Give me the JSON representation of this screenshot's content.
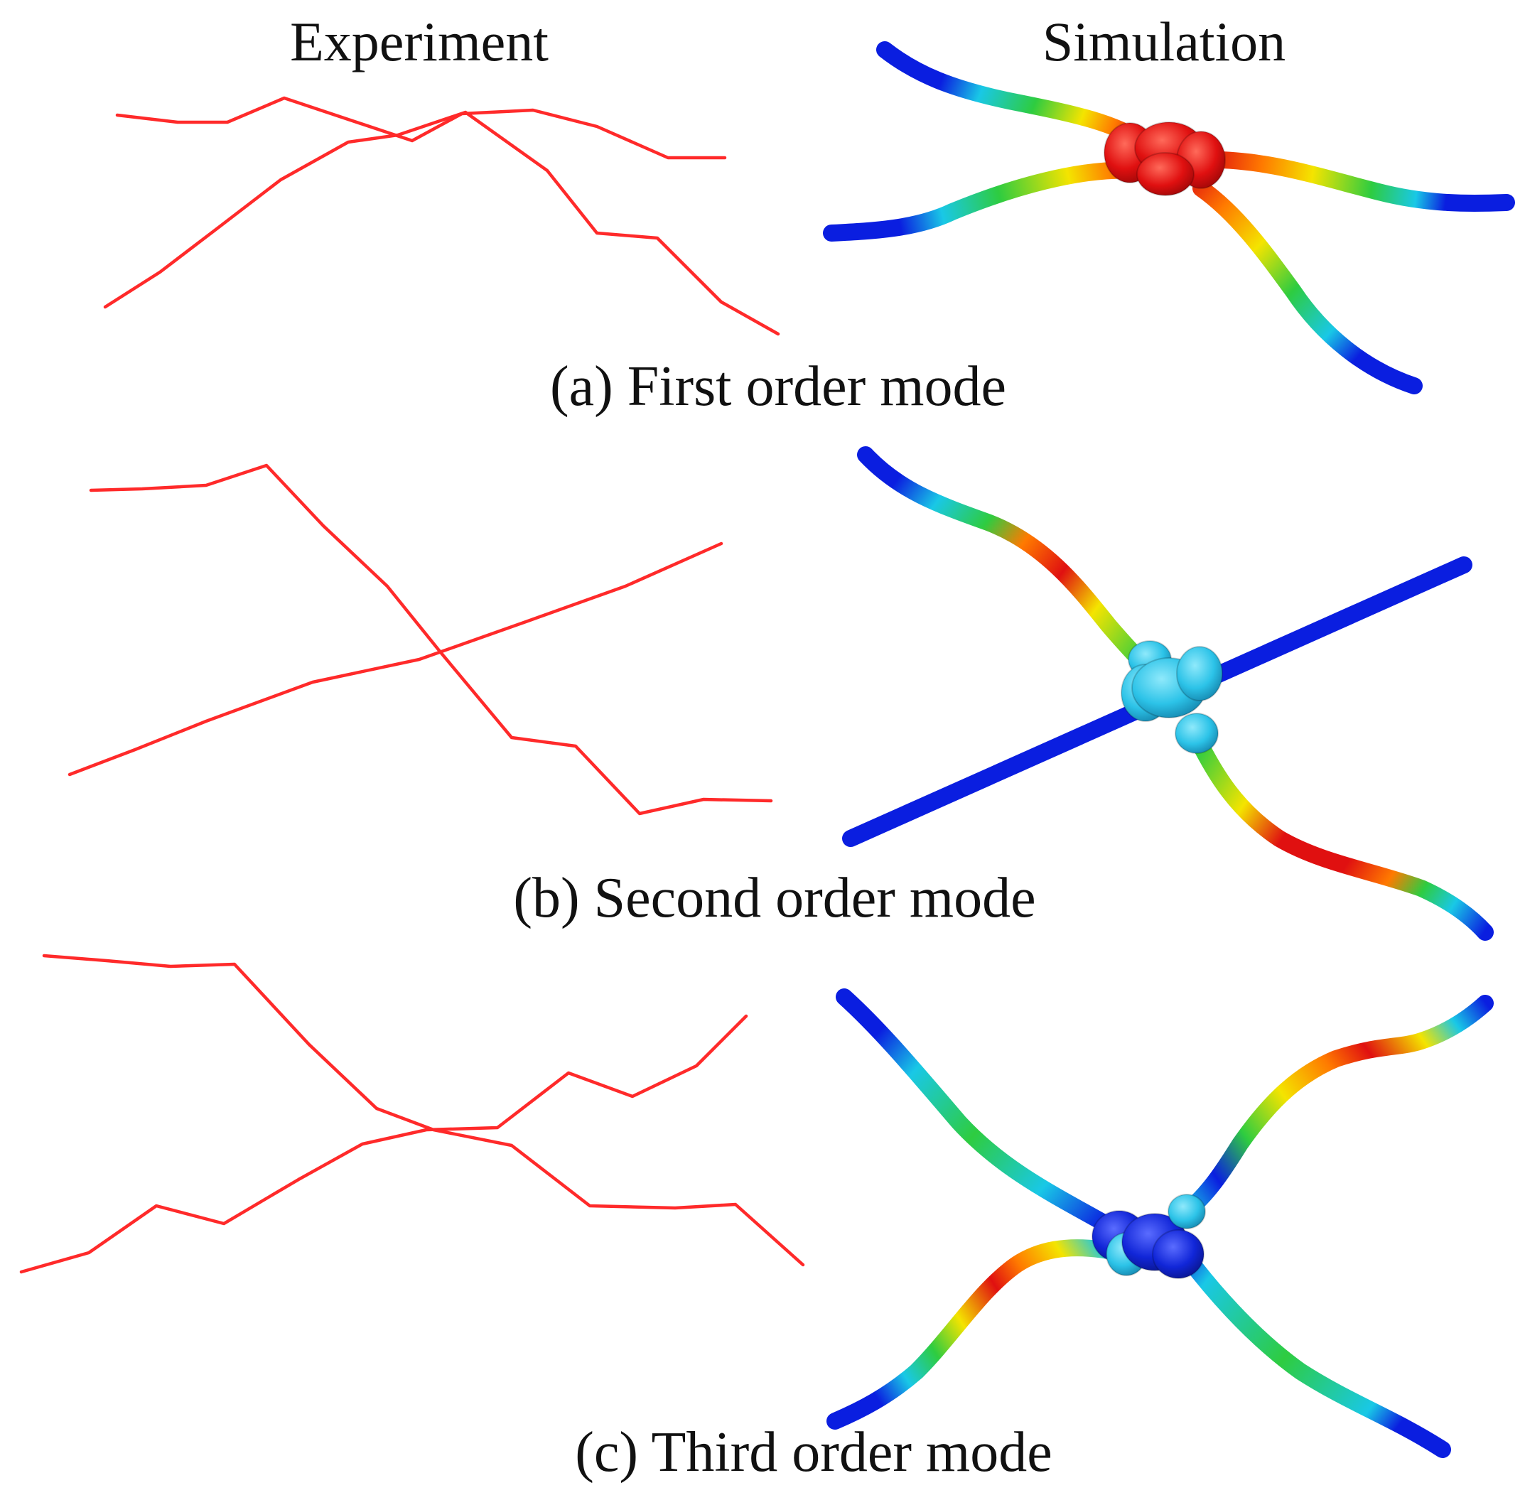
{
  "headers": {
    "experiment": "Experiment",
    "simulation": "Simulation"
  },
  "captions": {
    "a": "(a) First order mode",
    "b": "(b) Second order mode",
    "c": "(c) Third order mode"
  },
  "colors": {
    "experiment_line": "#ff2a2a",
    "contour_min": "#0a1ee0",
    "contour_low": "#19c8e6",
    "contour_mid": "#2ecc40",
    "contour_high": "#f4e400",
    "contour_max": "#e01010",
    "hub_cyan": "#2cc3e8",
    "hub_blue": "#1126d8",
    "hub_red": "#e01010"
  }
}
